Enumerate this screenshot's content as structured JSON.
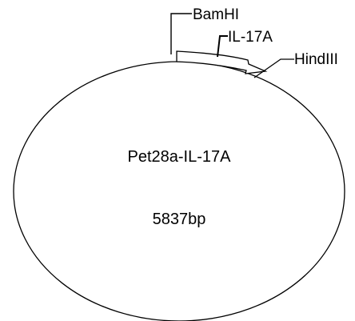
{
  "plasmid": {
    "name": "Pet28a-IL-17A",
    "size": "5837bp"
  },
  "features": {
    "bamhi": "BamHI",
    "insert": "IL-17A",
    "hindiii": "HindIII"
  },
  "colors": {
    "line": "#000000",
    "background": "#ffffff"
  }
}
